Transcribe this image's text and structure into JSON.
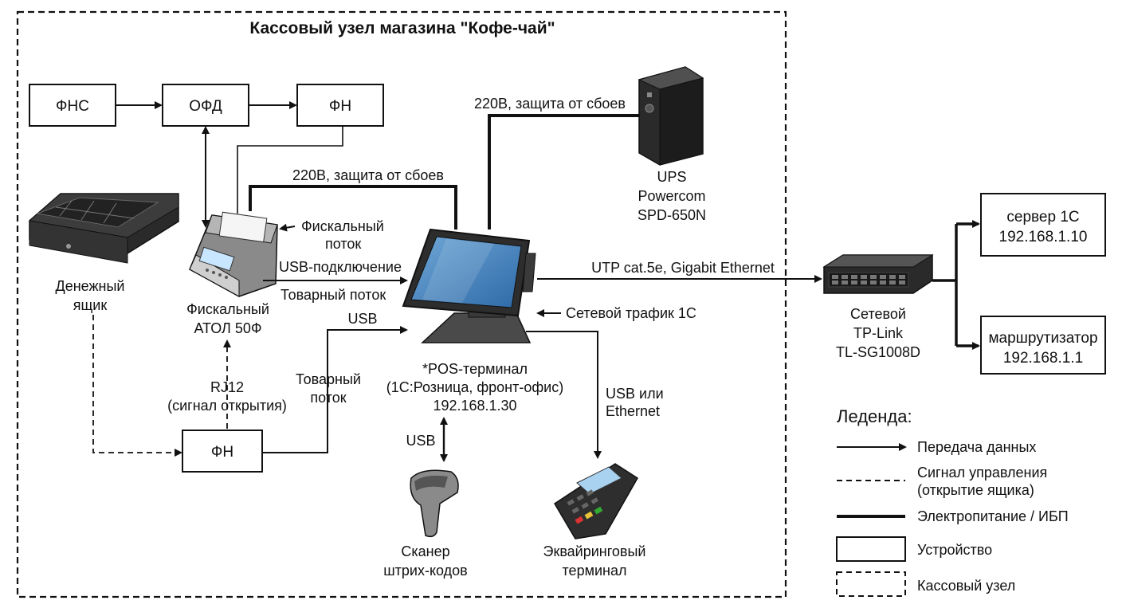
{
  "title": "Кассовый узел магазина \"Кофе-чай\"",
  "boxes": {
    "fns": "ФНС",
    "ofd": "ОФД",
    "fn_top": "ФН",
    "fn_bottom": "ФН",
    "server_line1": "сервер 1С",
    "server_line2": "192.168.1.10",
    "router_line1": "маршрутизатор",
    "router_line2": "192.168.1.1"
  },
  "devices": {
    "cash_drawer": [
      "Денежный",
      "ящик"
    ],
    "printer": [
      "Фискальный",
      "АТОЛ 50Ф"
    ],
    "pos": [
      "*POS-терминал",
      "(1С:Розница, фронт-офис)",
      "192.168.1.30"
    ],
    "ups": [
      "UPS",
      "Powercom",
      "SPD-650N"
    ],
    "switch": [
      "Сетевой",
      "TP-Link",
      "TL-SG1008D"
    ],
    "scanner": [
      "Сканер",
      "штрих-кодов"
    ],
    "acquiring": [
      "Эквайринговый",
      "терминал"
    ]
  },
  "connections": {
    "power_ups_pos": "220В, защита от сбоев",
    "power_pos_printer": "220В, защита от сбоев",
    "fiscal_flow": [
      "Фискальный",
      "поток"
    ],
    "usb_connection": "USB-подключение",
    "goods_flow": "Товарный поток",
    "usb_fn": "USB",
    "goods_flow_fn": [
      "Товарный",
      "поток"
    ],
    "rj12": [
      "RJ12",
      "(сигнал открытия)"
    ],
    "network_1c": "Сетевой трафик 1С",
    "uplink": "UTP cat.5e, Gigabit Ethernet",
    "usb_or_eth": [
      "USB или",
      "Ethernet"
    ],
    "usb_scanner": "USB"
  },
  "legend": {
    "title": "Леденда:",
    "items": [
      {
        "type": "arrow",
        "label": [
          "Передача данных"
        ]
      },
      {
        "type": "dashed",
        "label": [
          "Сигнал управления",
          "(открытие ящика)"
        ]
      },
      {
        "type": "thick",
        "label": [
          "Электропитание / ИБП"
        ]
      },
      {
        "type": "box",
        "label": [
          "Устройство"
        ]
      },
      {
        "type": "dashed-box",
        "label": [
          "Кассовый узел"
        ]
      }
    ]
  }
}
